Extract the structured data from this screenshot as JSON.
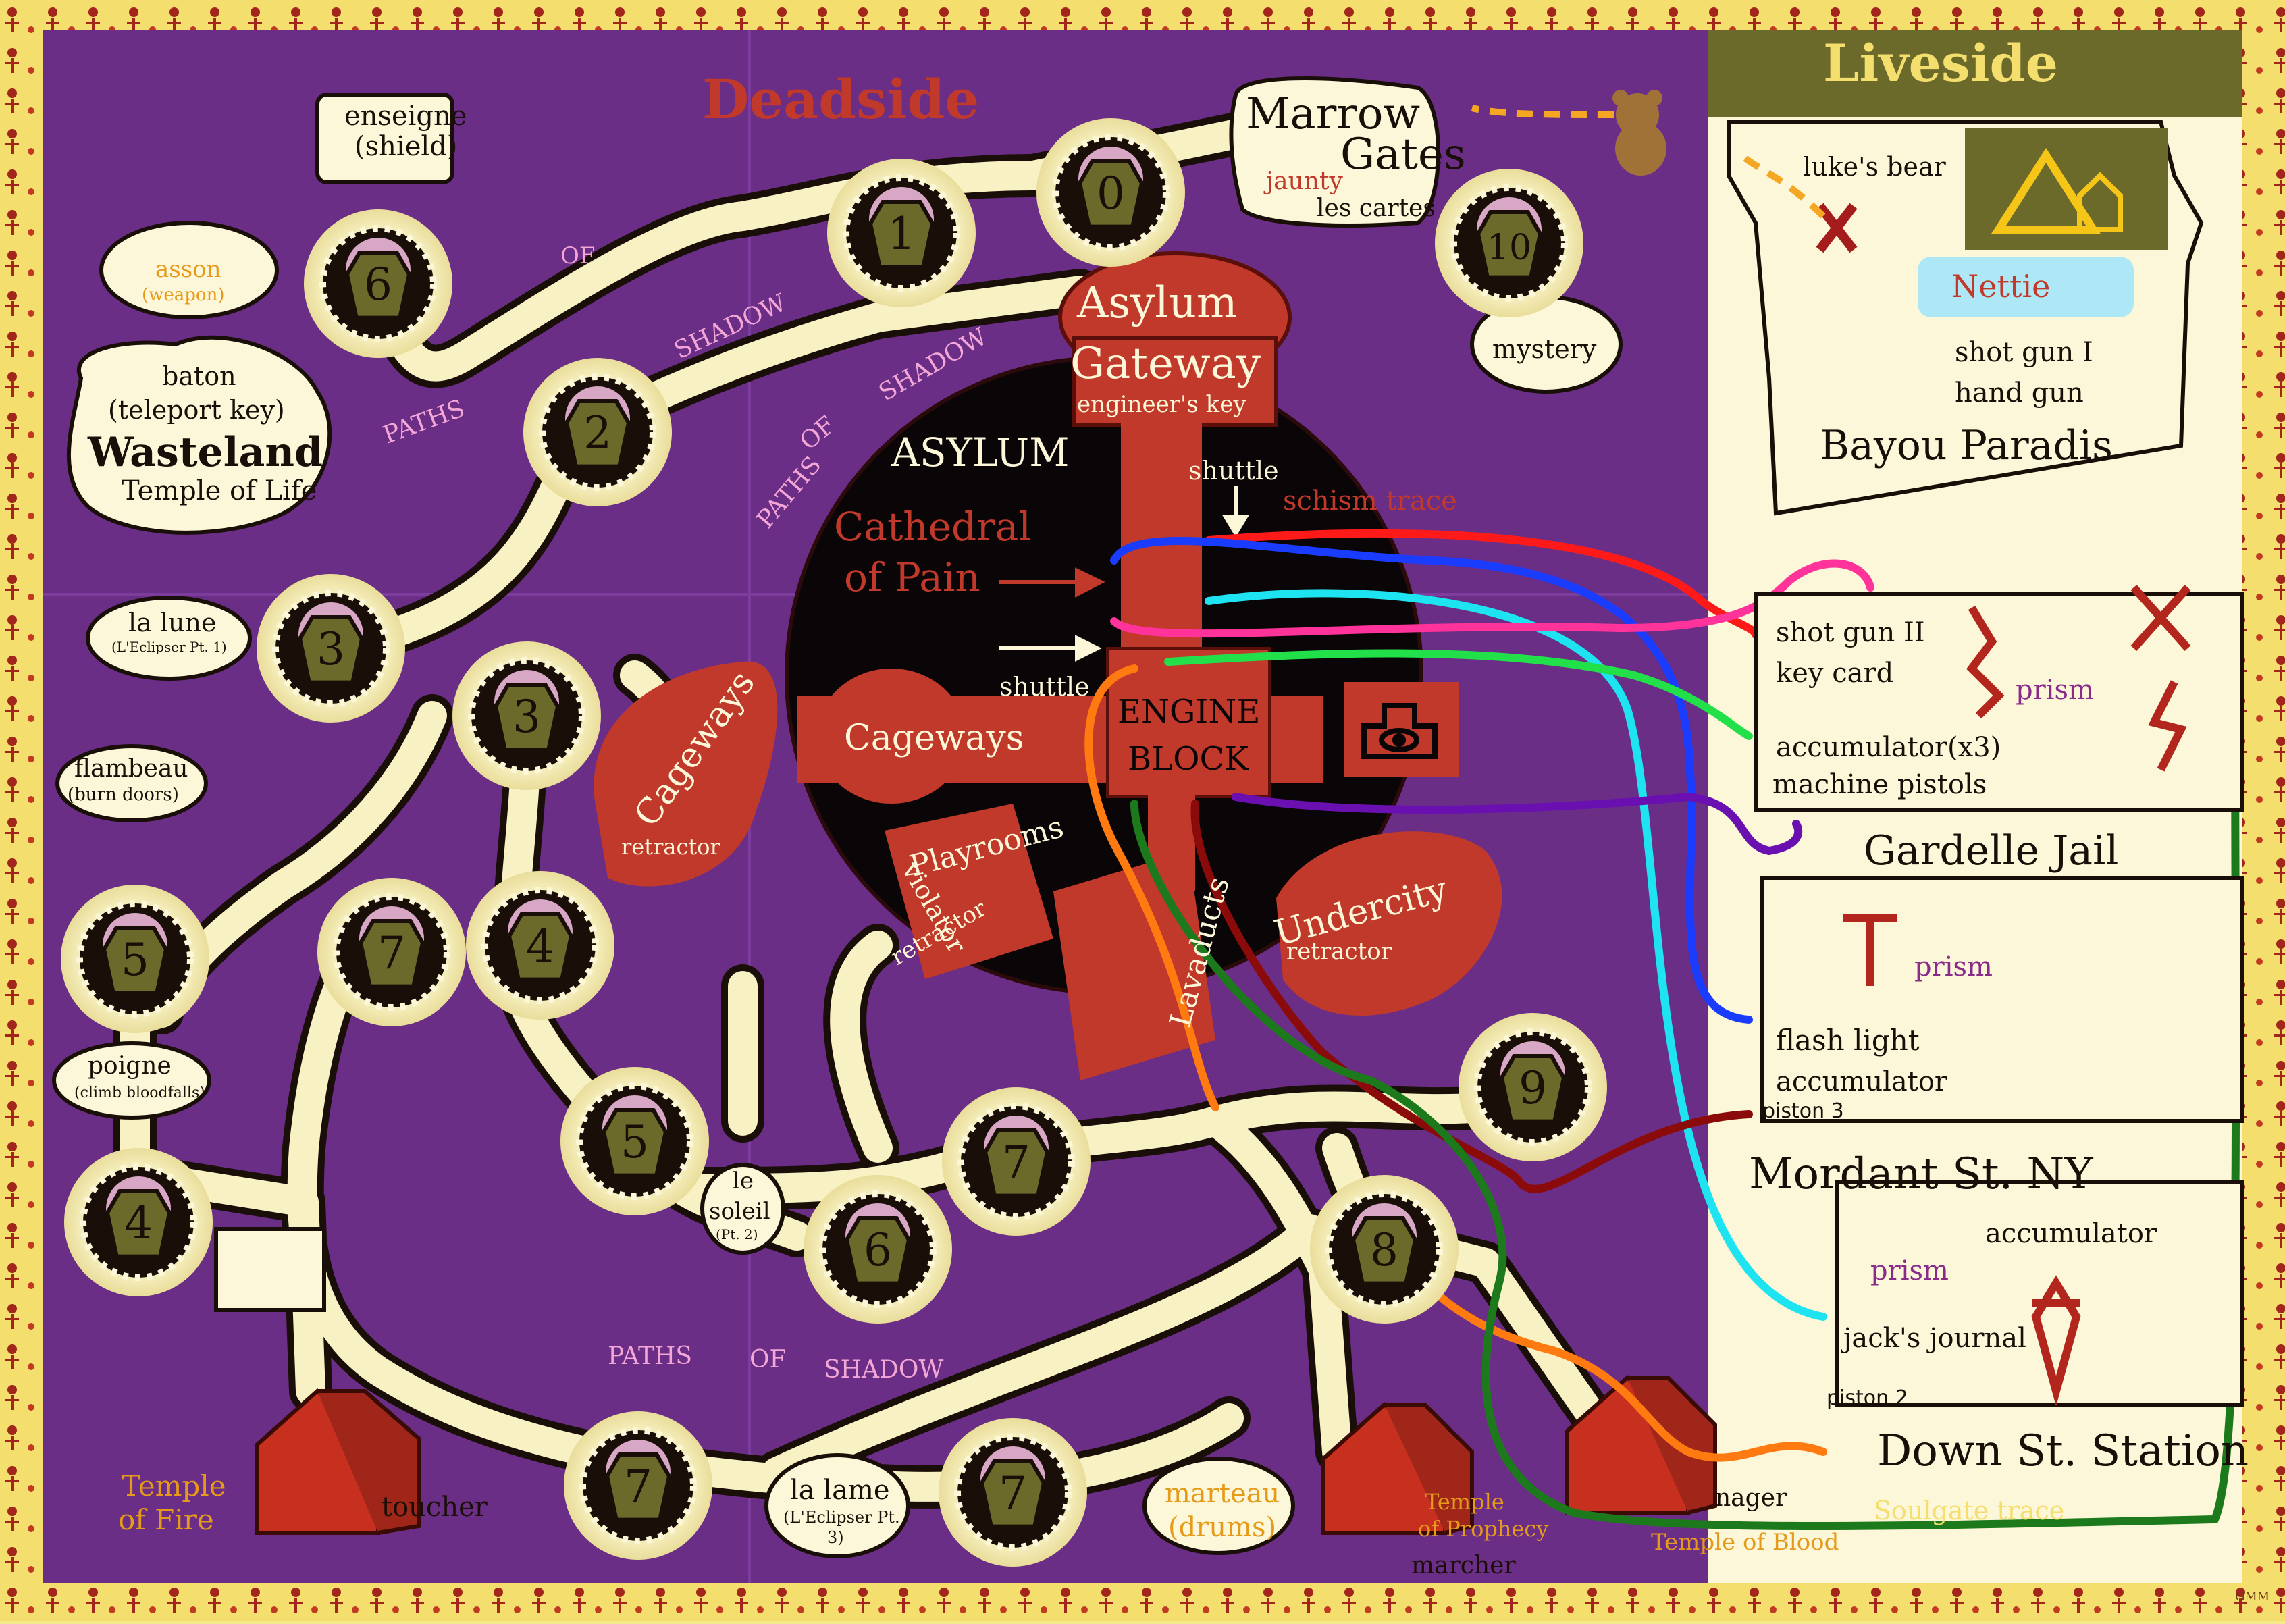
{
  "regions": {
    "deadside": "Deadside",
    "liveside": "Liveside",
    "asylum": "ASYLUM"
  },
  "colors": {
    "border": "#f4de6e",
    "purple": "#6a2e86",
    "purple_dark": "#4d1f63",
    "parchment": "#fbf7d8",
    "path": "#f8f1c4",
    "asylum": "#0a0506",
    "asylum_red": "#c0392b",
    "coffin": "#6b6a2a",
    "house": "#c7301e",
    "title_red": "#c0392b",
    "label_orange": "#e69a1a",
    "label_purple": "#8a2a8a"
  },
  "gates": [
    {
      "id": "gate-0-marrow",
      "label": "0"
    },
    {
      "id": "gate-1",
      "label": "1"
    },
    {
      "id": "gate-2",
      "label": "2"
    },
    {
      "id": "gate-3-lalune",
      "label": "3"
    },
    {
      "id": "gate-3-center",
      "label": "3"
    },
    {
      "id": "gate-4-left",
      "label": "4"
    },
    {
      "id": "gate-4-center",
      "label": "4"
    },
    {
      "id": "gate-5-left",
      "label": "5"
    },
    {
      "id": "gate-5-center",
      "label": "5"
    },
    {
      "id": "gate-6-top",
      "label": "6"
    },
    {
      "id": "gate-6-bottom",
      "label": "6"
    },
    {
      "id": "gate-7-left",
      "label": "7"
    },
    {
      "id": "gate-7-center",
      "label": "7"
    },
    {
      "id": "gate-7-bottom-left",
      "label": "7"
    },
    {
      "id": "gate-7-bottom-right",
      "label": "7"
    },
    {
      "id": "gate-8",
      "label": "8"
    },
    {
      "id": "gate-9",
      "label": "9"
    },
    {
      "id": "gate-10",
      "label": "10"
    }
  ],
  "asylum_rooms": {
    "gateway_1": "Asylum",
    "gateway_2": "Gateway",
    "engineers_key": "engineer's key",
    "cathedral_1": "Cathedral",
    "cathedral_2": "of Pain",
    "shuttle_1": "shuttle",
    "shuttle_2": "shuttle",
    "schism_trace": "schism trace",
    "cageways_1": "Cageways",
    "cageways_2": "Cageways",
    "retractor_1": "retractor",
    "engine_1": "ENGINE",
    "engine_2": "BLOCK",
    "playrooms": "Playrooms",
    "violator": "violator",
    "retractor_2": "retractor",
    "lavaducts": "Lavaducts",
    "undercity": "Undercity",
    "retractor_3": "retractor"
  },
  "deadside_labels": {
    "enseigne": "enseigne",
    "shield": "(shield)",
    "asson": "asson",
    "weapon": "(weapon)",
    "baton": "baton",
    "teleport_key": "(teleport key)",
    "wasteland": "Wasteland",
    "temple_of_life": "Temple of Life",
    "la_lune": "la lune",
    "eclipser_1": "(L'Eclipser Pt. 1)",
    "flambeau": "flambeau",
    "burn_doors": "(burn doors)",
    "poigne": "poigne",
    "climb_bloodfalls": "(climb bloodfalls)",
    "le": "le",
    "soleil": "soleil",
    "pt2": "(Pt. 2)",
    "la_lame": "la lame",
    "eclipser_3a": "(L'Eclipser Pt.",
    "eclipser_3b": "3)",
    "marteau": "marteau",
    "drums": "(drums)",
    "marrow_1": "Marrow",
    "marrow_2": "Gates",
    "jaunty": "jaunty",
    "les_cartes": "les cartes",
    "mystery": "mystery",
    "paths_1": "PATHS",
    "of_1": "OF",
    "shadow_1": "SHADOW",
    "paths_2": "PATHS",
    "of_2": "OF",
    "shadow_2": "SHADOW",
    "paths_3": "PATHS",
    "of_3": "OF",
    "shadow_3": "SHADOW",
    "temple_fire_1": "Temple",
    "temple_fire_2": "of Fire",
    "toucher": "toucher",
    "temple_prophecy_1": "Temple",
    "temple_prophecy_2": "of Prophecy",
    "marcher": "marcher",
    "nager": "nager",
    "temple_blood": "Temple of Blood",
    "soulgate_trace": "Soulgate trace"
  },
  "liveside_labels": {
    "lukes_bear": "luke's bear",
    "nettie": "Nettie",
    "shot_gun_1": "shot gun I",
    "hand_gun": "hand gun",
    "bayou": "Bayou Paradis",
    "shot_gun_2": "shot gun II",
    "key_card": "key card",
    "prism_1": "prism",
    "accumulator_x3": "accumulator(x3)",
    "machine_pistols": "machine pistols",
    "gardelle": "Gardelle Jail",
    "prism_2": "prism",
    "flash_light": "flash light",
    "accumulator_1": "accumulator",
    "piston_3": "piston 3",
    "mordant": "Mordant St. NY",
    "accumulator_2": "accumulator",
    "prism_3": "prism",
    "jacks_journal": "jack's journal",
    "piston_2": "piston 2",
    "down_st": "Down St. Station"
  },
  "signature": "GMM"
}
